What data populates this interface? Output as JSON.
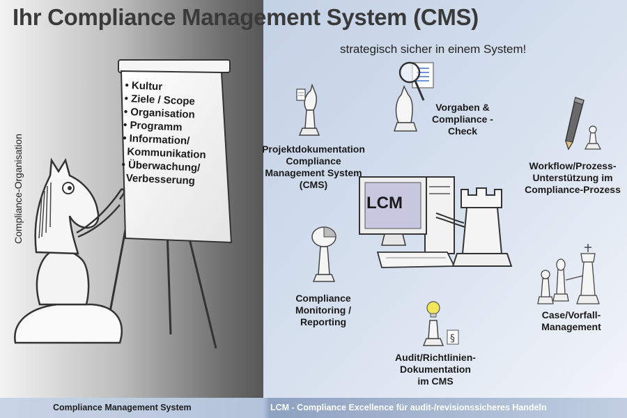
{
  "header": {
    "title": "Ihr Compliance Management System (CMS)",
    "subtitle": "strategisch sicher in einem System!"
  },
  "side_label": "Compliance-Organisation",
  "flipchart": {
    "items": [
      "Kultur",
      "Ziele / Scope",
      "Organisation",
      "Programm",
      "Information/",
      "Kommunikation",
      "Überwachung/",
      "Verbesserung"
    ]
  },
  "monitor_label": "LCM",
  "labels": {
    "projekt": [
      "Projektdokumentation",
      "Compliance",
      "Management System",
      "(CMS)"
    ],
    "vorgaben": [
      "Vorgaben &",
      "Compliance -",
      "Check"
    ],
    "workflow": [
      "Workflow/Prozess-",
      "Unterstützung im",
      "Compliance-Prozess"
    ],
    "monitoring": [
      "Compliance",
      "Monitoring /",
      "Reporting"
    ],
    "audit": [
      "Audit/Richtlinien-",
      "Dokumentation",
      "im CMS"
    ],
    "case": [
      "Case/Vorfall-",
      "Management"
    ]
  },
  "footer": {
    "left": "Compliance Management System",
    "right": "LCM - Compliance Excellence für audit-/revisionssicheres  Handeln"
  },
  "colors": {
    "left_panel_dark": "#707070",
    "right_panel": "#c9d6e8",
    "footer_left": "#b8c6dc",
    "footer_right": "#7f95b6",
    "monitor_screen": "#c7c7e0"
  },
  "icons": [
    "knight-icon",
    "flipchart-icon",
    "magnifier-icon",
    "pencil-icon",
    "computer-icon",
    "rook-icon",
    "chart-pawn-icon",
    "lightbulb-icon",
    "chess-pieces-icon",
    "document-pawn-icon"
  ]
}
